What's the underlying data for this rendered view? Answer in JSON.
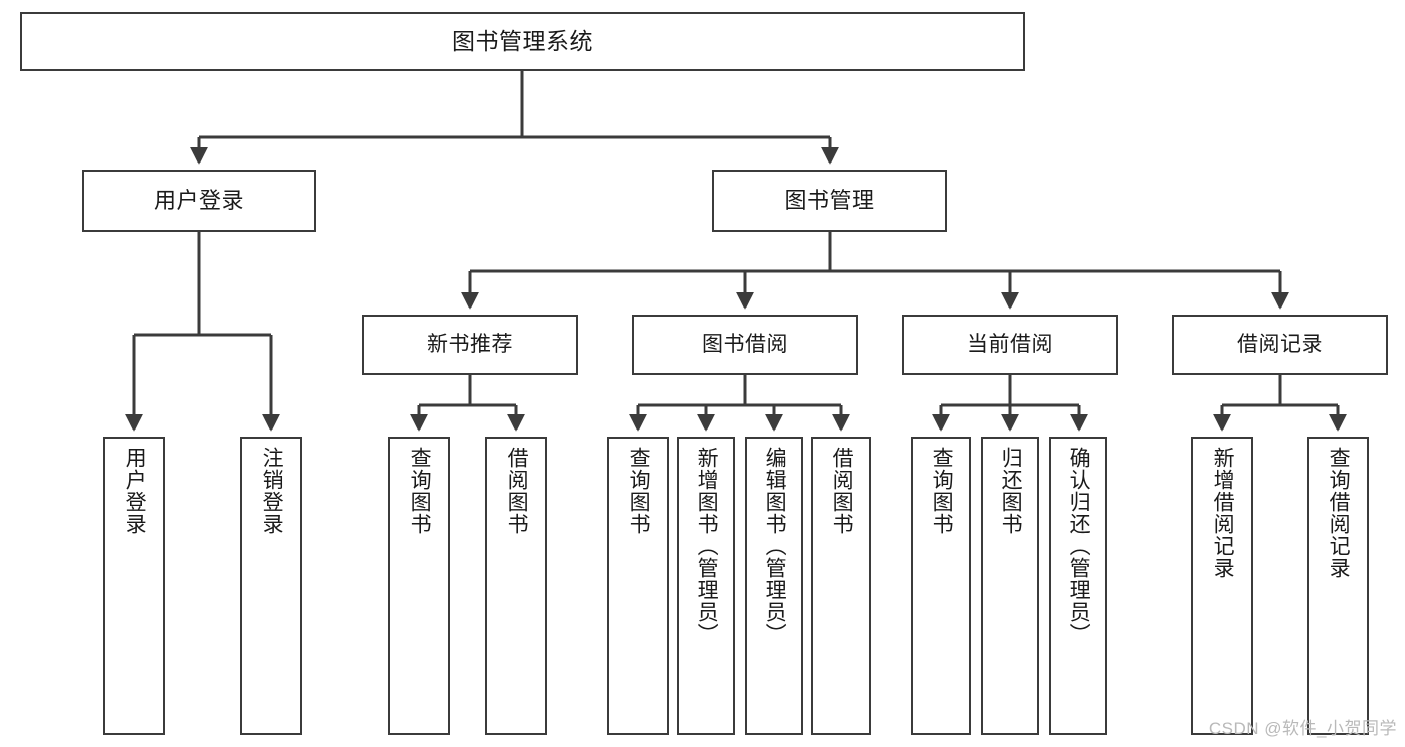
{
  "diagram": {
    "title": "图书管理系统",
    "type": "tree-hierarchy",
    "watermark": "CSDN @软件_小贺同学",
    "colors": {
      "box_border": "#3b3b3b",
      "box_fill": "#ffffff",
      "edge": "#3b3b3b",
      "text": "#1a1a1a",
      "watermark": "#b9b9b9",
      "background": "#ffffff"
    },
    "nodes": {
      "root": {
        "label": "图书管理系统"
      },
      "level2": [
        {
          "label": "用户登录"
        },
        {
          "label": "图书管理"
        }
      ],
      "level3": [
        {
          "label": "新书推荐"
        },
        {
          "label": "图书借阅"
        },
        {
          "label": "当前借阅"
        },
        {
          "label": "借阅记录"
        }
      ],
      "leaves": [
        {
          "label": "用户登录"
        },
        {
          "label": "注销登录"
        },
        {
          "label": "查询图书"
        },
        {
          "label": "借阅图书"
        },
        {
          "label": "查询图书"
        },
        {
          "label": "新增图书（管理员）"
        },
        {
          "label": "编辑图书（管理员）"
        },
        {
          "label": "借阅图书"
        },
        {
          "label": "查询图书"
        },
        {
          "label": "归还图书"
        },
        {
          "label": "确认归还（管理员）"
        },
        {
          "label": "新增借阅记录"
        },
        {
          "label": "查询借阅记录"
        }
      ]
    }
  }
}
